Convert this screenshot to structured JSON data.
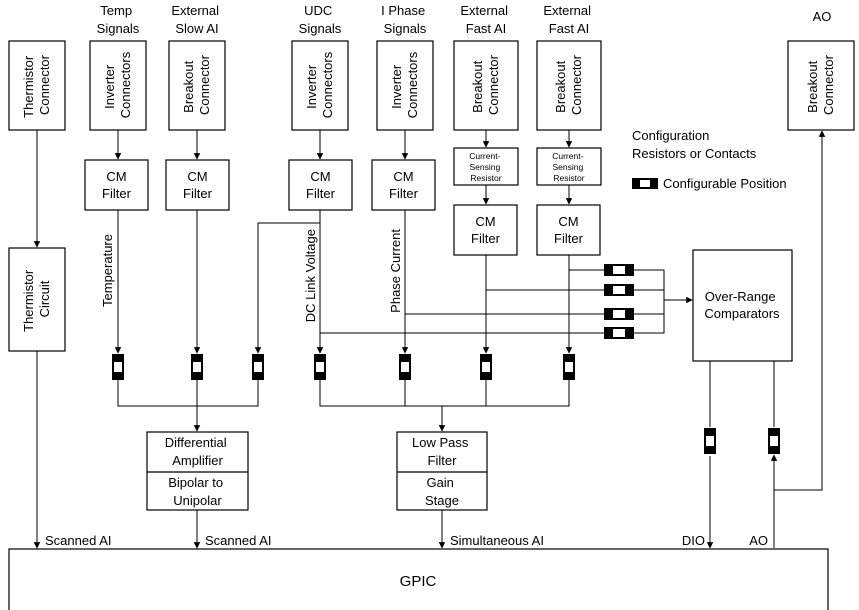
{
  "headers": {
    "temp": [
      "Temp",
      "Signals"
    ],
    "slow_ai": [
      "External",
      "Slow AI"
    ],
    "udc": [
      "UDC",
      "Signals"
    ],
    "iphase": [
      "I Phase",
      "Signals"
    ],
    "fast_ai_1": [
      "External",
      "Fast AI"
    ],
    "fast_ai_2": [
      "External",
      "Fast AI"
    ],
    "ao": "AO"
  },
  "connectors": {
    "thermistor": [
      "Thermistor",
      "Connector"
    ],
    "inverter": [
      "Inverter",
      "Connectors"
    ],
    "breakout": [
      "Breakout",
      "Connector"
    ]
  },
  "blocks": {
    "thermistor_circuit": [
      "Thermistor",
      "Circuit"
    ],
    "cm_filter": [
      "CM",
      "Filter"
    ],
    "current_sensing": [
      "Current-",
      "Sensing",
      "Resistor"
    ],
    "over_range": [
      "Over-Range",
      "Comparators"
    ],
    "diff_amp": [
      "Differential",
      "Amplifier"
    ],
    "bipolar": [
      "Bipolar to",
      "Unipolar"
    ],
    "low_pass": [
      "Low Pass",
      "Filter"
    ],
    "gain_stage": [
      "Gain",
      "Stage"
    ],
    "gpic": "GPIC"
  },
  "signals": {
    "temperature": "Temperature",
    "dc_link_voltage": "DC Link Voltage",
    "phase_current": "Phase Current"
  },
  "outputs": {
    "scanned_ai_1": "Scanned AI",
    "scanned_ai_2": "Scanned AI",
    "simultaneous_ai": "Simultaneous AI",
    "dio": "DIO",
    "ao": "AO"
  },
  "legend": {
    "title": [
      "Configuration",
      "Resistors or Contacts"
    ],
    "position": "Configurable Position"
  }
}
